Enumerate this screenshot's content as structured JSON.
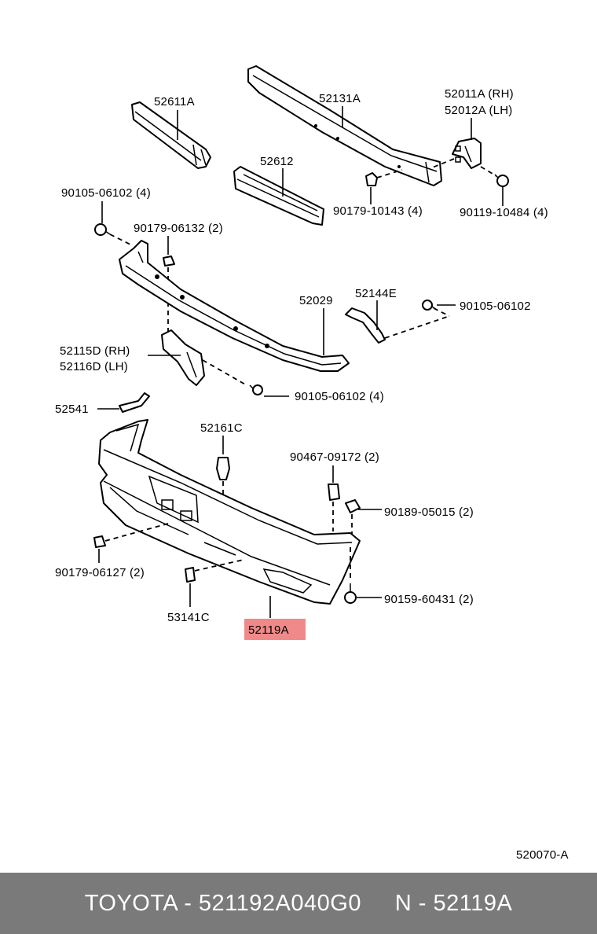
{
  "labels": {
    "l52611A": "52611A",
    "l52131A": "52131A",
    "l52011A": "52011A (RH)",
    "l52012A": "52012A (LH)",
    "l52612": "52612",
    "l90105a": "90105-06102 (4)",
    "l90179_10143": "90179-10143 (4)",
    "l90119": "90119-10484 (4)",
    "l90179_06132": "90179-06132 (2)",
    "l52029": "52029",
    "l52144E": "52144E",
    "l90105b": "90105-06102",
    "l52115D": "52115D (RH)",
    "l52116D": "52116D (LH)",
    "l90105c": "90105-06102 (4)",
    "l52541": "52541",
    "l52161C": "52161C",
    "l90467": "90467-09172 (2)",
    "l90189": "90189-05015 (2)",
    "l90179_06127": "90179-06127 (2)",
    "l90159": "90159-60431 (2)",
    "l53141C": "53141C",
    "l52119A": "52119A",
    "diagram_code": "520070-A"
  },
  "highlight_color": "#f08a8a",
  "footer": {
    "text": "TOYOTA - 521192A040G0     N - 52119A"
  }
}
